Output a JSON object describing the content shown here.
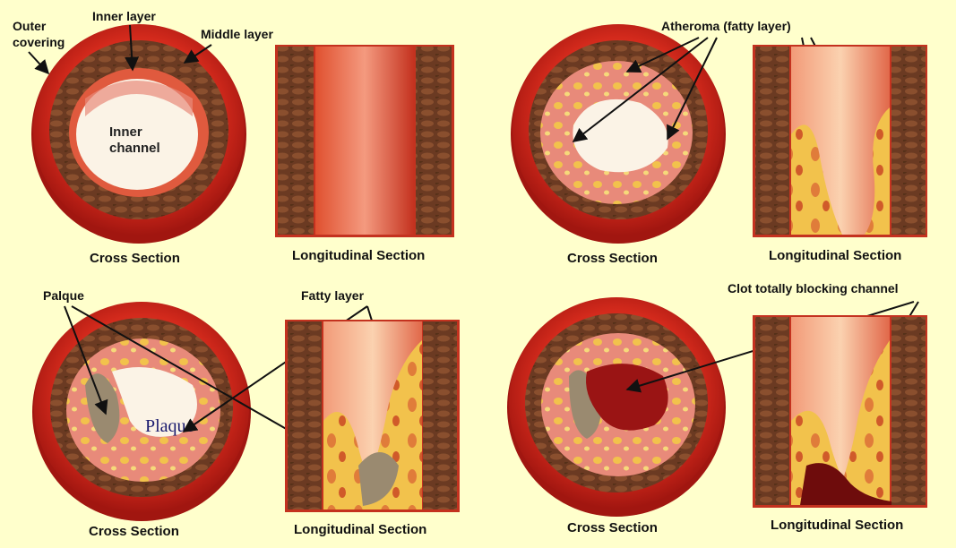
{
  "panels": [
    {
      "cross_caption": "Cross Section",
      "long_caption": "Longitudinal Section",
      "labels": {
        "outer_covering": [
          "Outer",
          "covering"
        ],
        "inner_layer": "Inner layer",
        "middle_layer": "Middle layer",
        "inner_channel": [
          "Inner",
          "channel"
        ]
      }
    },
    {
      "cross_caption": "Cross Section",
      "long_caption": "Longitudinal Section",
      "labels": {
        "atheroma": "Atheroma (fatty layer)"
      }
    },
    {
      "cross_caption": "Cross Section",
      "long_caption": "Longitudinal Section",
      "labels": {
        "palque": "Palque",
        "fatty_layer": "Fatty layer",
        "plaque": "Plaque"
      }
    },
    {
      "cross_caption": "Cross Section",
      "long_caption": "Longitudinal Section",
      "labels": {
        "clot": "Clot totally blocking channel"
      }
    }
  ],
  "colors": {
    "background": "#ffffcc",
    "artery_red": "#d42a1c",
    "muscle_brown": "#6b3a22",
    "lumen_wall": "#e88a7a",
    "fat_yellow": "#f2c24c",
    "clot_red": "#9a1414"
  }
}
